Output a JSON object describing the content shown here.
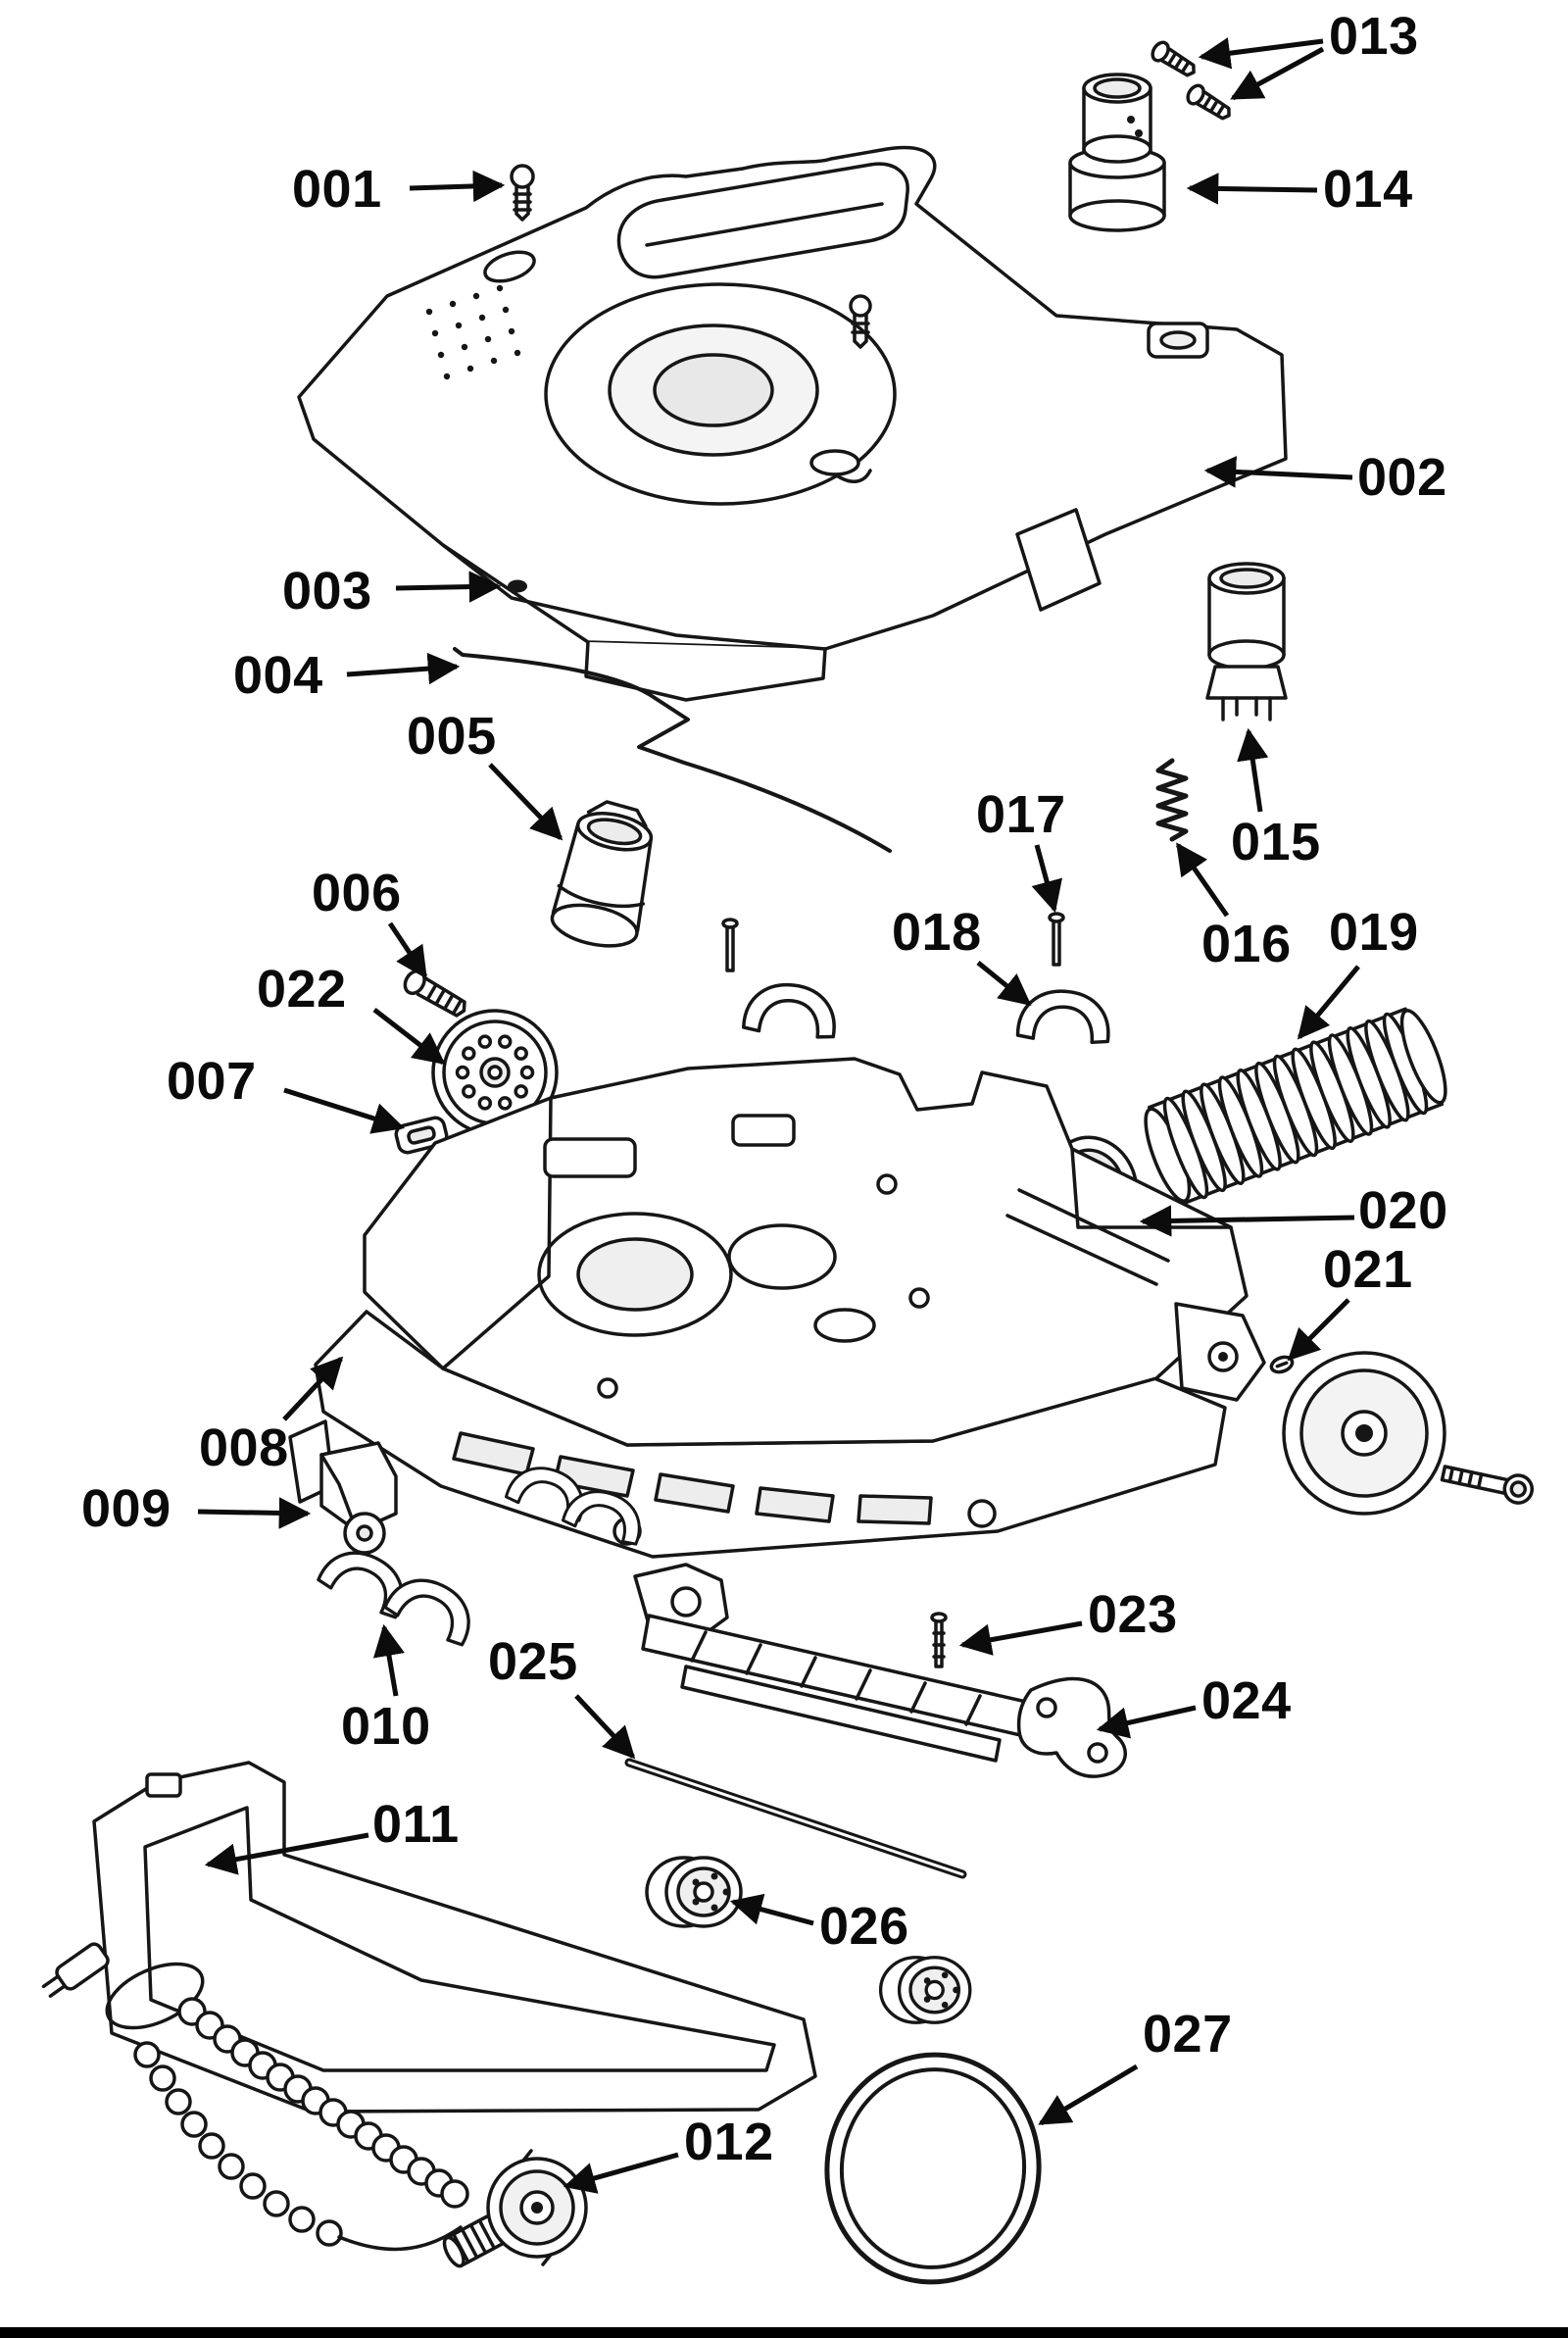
{
  "colors": {
    "ink": "#161616",
    "background": "#ffffff"
  },
  "callouts": {
    "c001": "001",
    "c002": "002",
    "c003": "003",
    "c004": "004",
    "c005": "005",
    "c006": "006",
    "c007": "007",
    "c008": "008",
    "c009": "009",
    "c010": "010",
    "c011": "011",
    "c012": "012",
    "c013": "013",
    "c014": "014",
    "c015": "015",
    "c016": "016",
    "c017": "017",
    "c018": "018",
    "c019": "019",
    "c020": "020",
    "c021": "021",
    "c022": "022",
    "c023": "023",
    "c024": "024",
    "c025": "025",
    "c026": "026",
    "c027": "027"
  }
}
